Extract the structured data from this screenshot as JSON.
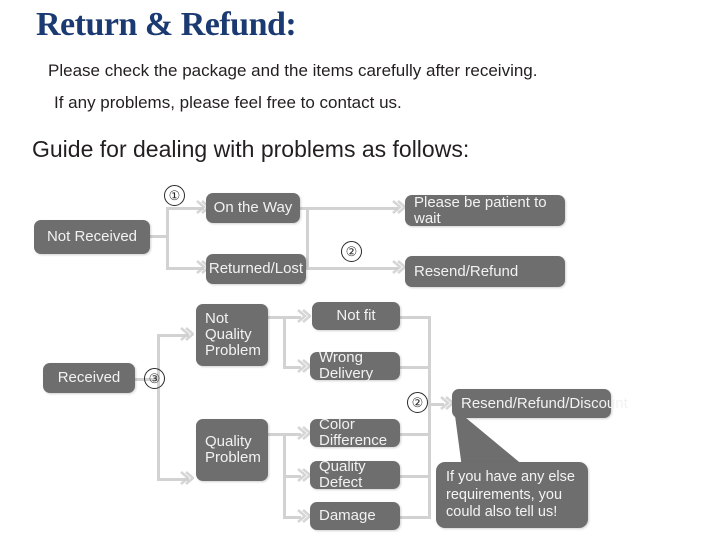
{
  "header": {
    "title": "Return & Refund:",
    "line1": "Please check the package and the items carefully after receiving.",
    "line2": "If any problems, please feel free to contact us.",
    "guide": "Guide for dealing with problems as follows:"
  },
  "colors": {
    "title": "#1b3a72",
    "node_fill": "#6e6e6e",
    "node_text": "#f2f2f2",
    "connector": "#d2d2d2",
    "body_text": "#231f20"
  },
  "flow": {
    "nodes": [
      {
        "id": "not-received",
        "label": "Not Received"
      },
      {
        "id": "on-the-way",
        "label": "On the Way"
      },
      {
        "id": "returned-lost",
        "label": "Returned/Lost"
      },
      {
        "id": "please-be-patient",
        "label": "Please be patient to wait"
      },
      {
        "id": "resend-refund",
        "label": "Resend/Refund"
      },
      {
        "id": "received",
        "label": "Received"
      },
      {
        "id": "not-quality-problem",
        "label": "Not\nQuality\nProblem"
      },
      {
        "id": "quality-problem",
        "label": "Quality\nProblem"
      },
      {
        "id": "not-fit",
        "label": "Not fit"
      },
      {
        "id": "wrong-delivery",
        "label": "Wrong Delivery"
      },
      {
        "id": "color-difference",
        "label": "Color Difference"
      },
      {
        "id": "quality-defect",
        "label": "Quality Defect"
      },
      {
        "id": "damage",
        "label": "Damage"
      },
      {
        "id": "resend-refund-discount",
        "label": "Resend/Refund/Discount"
      }
    ],
    "steps": [
      {
        "id": "step-1-not-received",
        "label": "①"
      },
      {
        "id": "step-2-shipping",
        "label": "②"
      },
      {
        "id": "step-3-received",
        "label": "③"
      },
      {
        "id": "step-2-resolution",
        "label": "②"
      }
    ],
    "callout": {
      "id": "extra-requirements-callout",
      "text": "If you have any else requirements, you could also tell us!"
    }
  }
}
